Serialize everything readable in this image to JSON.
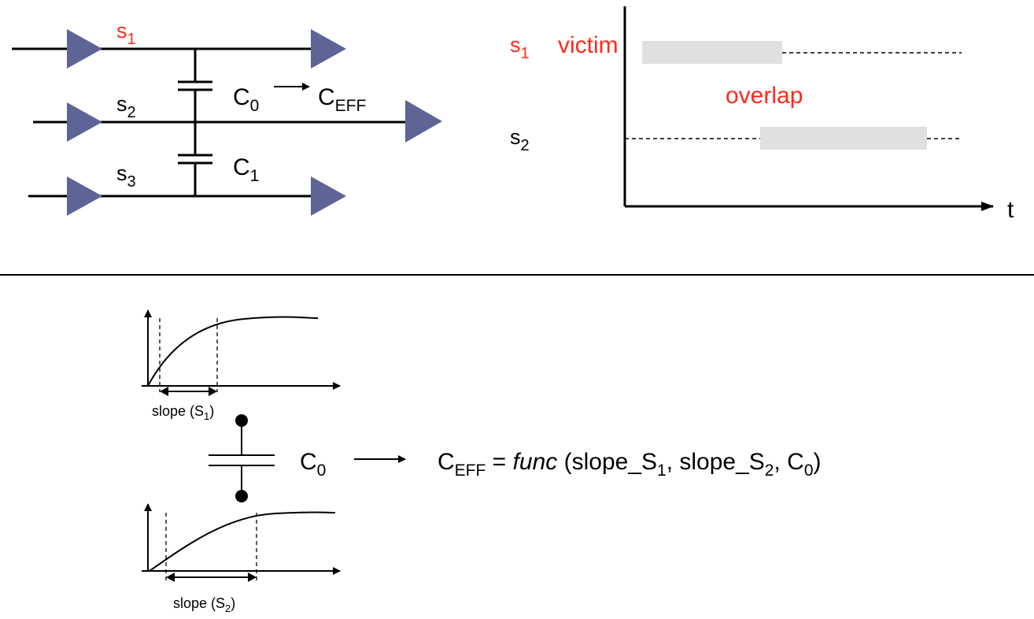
{
  "circuit": {
    "net1": {
      "base": "s",
      "sub": "1"
    },
    "net2": {
      "base": "s",
      "sub": "2"
    },
    "net3": {
      "base": "s",
      "sub": "3"
    },
    "cap0": {
      "base": "C",
      "sub": "0"
    },
    "ceff": {
      "base": "C",
      "sub": "EFF"
    },
    "cap1": {
      "base": "C",
      "sub": "1"
    }
  },
  "timing": {
    "s1": {
      "base": "s",
      "sub": "1"
    },
    "victim_label": "victim",
    "overlap_label": "overlap",
    "s2": {
      "base": "s",
      "sub": "2"
    },
    "time_axis": "t"
  },
  "slope": {
    "top_label": {
      "base": "slope (S",
      "sub": "1",
      "tail": ")"
    },
    "bottom_label": {
      "base": "slope (S",
      "sub": "2",
      "tail": ")"
    },
    "cap": {
      "base": "C",
      "sub": "0"
    },
    "formula": {
      "lhs_base": "C",
      "lhs_sub": "EFF",
      "eq": " = ",
      "func": "func",
      "open": " (slope_S",
      "a_sub": "1",
      "mid": ", slope_S",
      "b_sub": "2",
      "c_base": ", C",
      "c_sub": "0",
      "close": ")"
    }
  },
  "colors": {
    "buffer": "#5f6496",
    "highlight": "#ff2a1a",
    "bar": "#e0e0e0",
    "ink": "#000000"
  }
}
